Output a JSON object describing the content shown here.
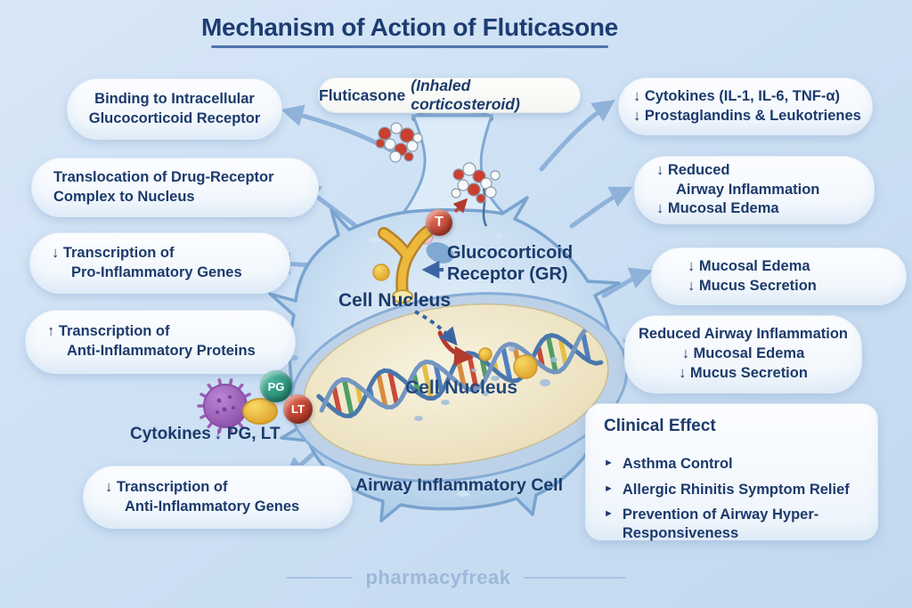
{
  "title": "Mechanism of Action of Fluticasone",
  "watermark": "pharmacyfreak",
  "drug": {
    "name": "Fluticasone",
    "type": "(Inhaled corticosteroid)"
  },
  "left_boxes": [
    {
      "lines": [
        "Binding to Intracellular",
        "Glucocorticoid Receptor"
      ]
    },
    {
      "lines": [
        "Translocation of Drug-Receptor",
        "Complex to Nucleus"
      ]
    },
    {
      "lines": [
        "↓ Transcription of",
        "Pro-Inflammatory Genes"
      ]
    },
    {
      "lines": [
        "↑ Transcription of",
        "Anti-Inflammatory Proteins"
      ]
    },
    {
      "lines": [
        "↓ Transcription of",
        "Anti-Inflammatory Genes"
      ]
    }
  ],
  "right_boxes": [
    {
      "lines": [
        "↓ Cytokines (IL-1, IL-6, TNF-α)",
        "↓ Prostaglandins & Leukotrienes"
      ]
    },
    {
      "lines": [
        "↓ Reduced",
        "Airway Inflammation",
        "↓ Mucosal Edema"
      ]
    },
    {
      "lines": [
        "↓ Mucosal Edema",
        "↓ Mucus Secretion"
      ]
    },
    {
      "lines": [
        "Reduced Airway Inflammation",
        "↓ Mucosal Edema",
        "↓ Mucus Secretion"
      ]
    }
  ],
  "clinical": {
    "heading": "Clinical Effect",
    "bullet": "►",
    "items": [
      "Asthma Control",
      "Allergic Rhinitis Symptom Relief",
      "Prevention of Airway Hyper-Responsiveness"
    ]
  },
  "cell": {
    "gr_label_1": "Glucocorticoid",
    "gr_label_2": "Receptor (GR)",
    "nucleus_label_outer": "Cell Nucleus",
    "nucleus_label_inner": "Cell Nucleus",
    "cell_label": "Airway Inflammatory Cell",
    "t_badge": "T",
    "pg_badge": "PG",
    "lt_badge": "LT",
    "cytokines_label": "Cytokines",
    "pg_lt_label": "↓ PG, LT"
  },
  "colors": {
    "navy_text": "#1c3a6b",
    "title_navy": "#1c3c72",
    "arrow_blue": "#8fb2da",
    "background_blue": "#cfe1f4",
    "box_background": "#f7fafd",
    "nucleus_cream": "#f1ead0",
    "cell_blue": "#c2d9ef",
    "pg_teal": "#2a9b85",
    "lt_red": "#b5382a",
    "t_red": "#c13c2c",
    "receptor_yellow": "#ecb93c",
    "cytokine_purple": "#a06cc0"
  }
}
